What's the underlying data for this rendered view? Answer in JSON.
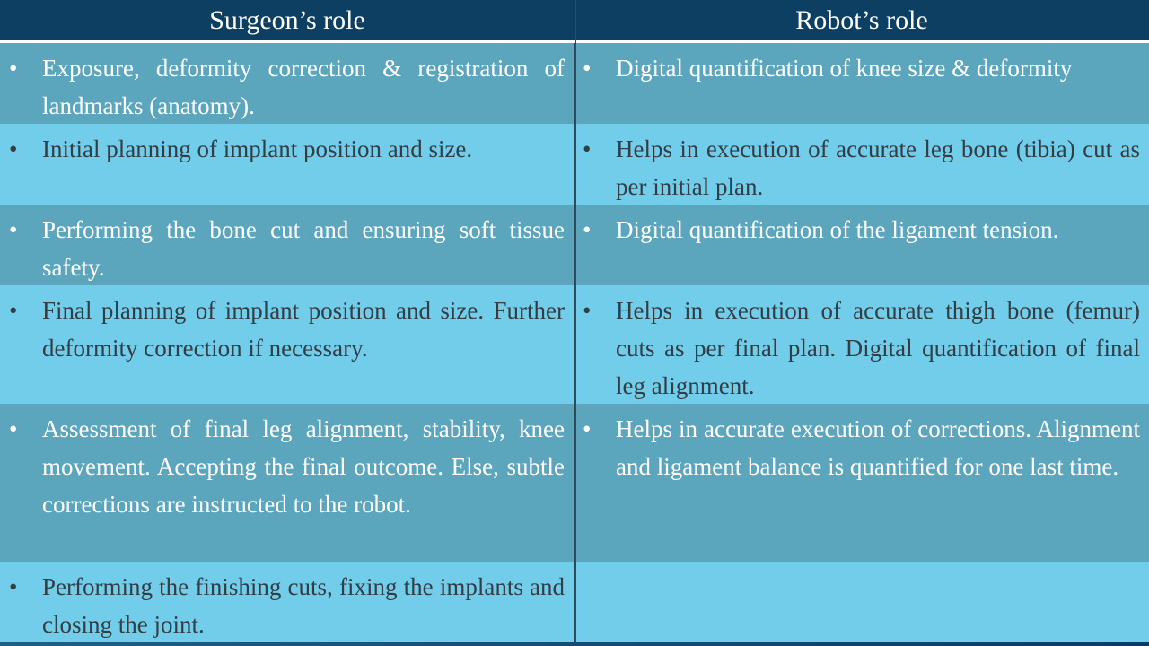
{
  "table": {
    "headers": {
      "surgeon": "Surgeon’s role",
      "robot": "Robot’s role"
    },
    "bullet": "•",
    "rows": [
      {
        "surgeon": "Exposure, deformity correction & registration of landmarks (anatomy).",
        "robot": "Digital quantification of knee size & deformity"
      },
      {
        "surgeon": "Initial planning of implant position and size.",
        "robot": "Helps in execution of accurate leg bone (tibia) cut as per initial plan."
      },
      {
        "surgeon": "Performing the bone cut and ensuring soft tissue safety.",
        "robot": "Digital quantification of the ligament tension."
      },
      {
        "surgeon": "Final planning of implant position and size. Further deformity correction if necessary.",
        "robot": "Helps in execution of accurate thigh bone (femur) cuts as per final plan. Digital quantification of final leg alignment."
      },
      {
        "surgeon": "Assessment of  final leg alignment, stability, knee movement. Accepting the final outcome. Else, subtle corrections are instructed to the robot.",
        "robot": "Helps in accurate execution of corrections. Alignment and ligament balance is quantified for one last time."
      },
      {
        "surgeon": "Performing the finishing cuts, fixing the implants and closing the joint.",
        "robot": ""
      }
    ]
  },
  "colors": {
    "header_bg": "#0d3f62",
    "row_dark_bg": "#5ba5bd",
    "row_light_bg": "#72cdeb",
    "text_light": "#ffffff",
    "text_dark": "#333d44"
  }
}
